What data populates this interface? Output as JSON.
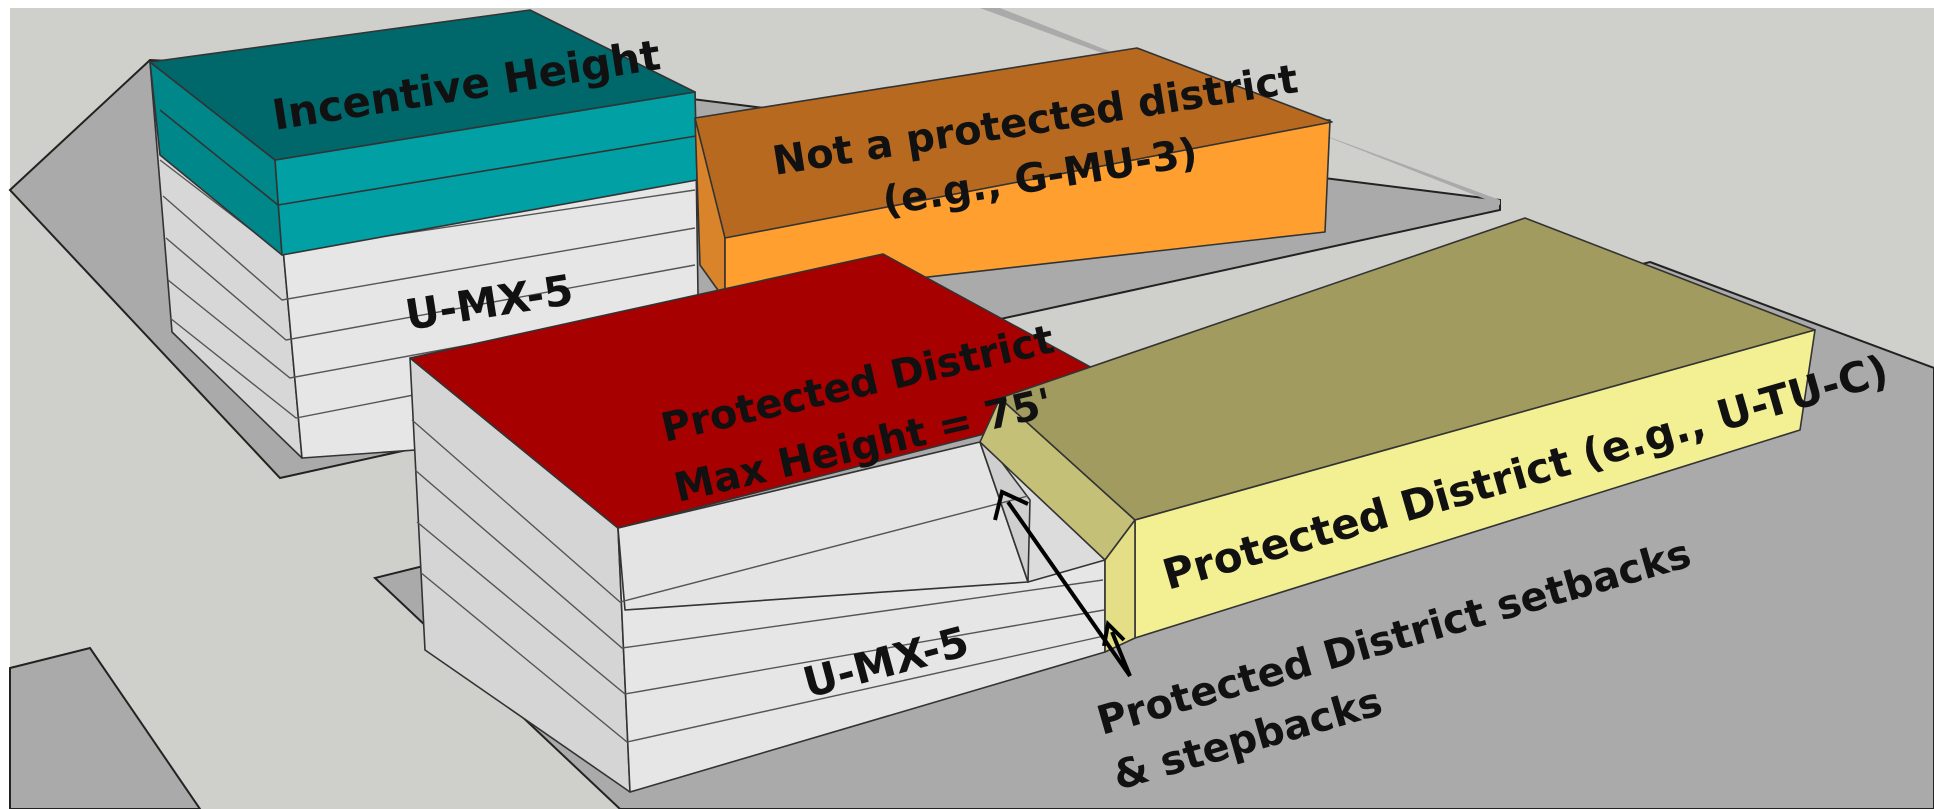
{
  "labels": {
    "incentive_height": "Incentive Height",
    "not_protected_line1": "Not a protected district",
    "not_protected_line2": "(e.g., G-MU-3)",
    "umx5_back": "U-MX-5",
    "protected_max_line1": "Protected District",
    "protected_max_line2": "Max Height = 75'",
    "protected_district": "Protected District (e.g., U-TU-C)",
    "umx5_front": "U-MX-5",
    "setbacks_line1": "Protected District setbacks",
    "setbacks_line2": "& stepbacks"
  },
  "colors": {
    "ground": "#cfcfcc",
    "lot": "#aaaaaa",
    "building_white": "#e6e6e6",
    "building_shade": "#d2d2d2",
    "incentive_teal": "#00a0a4",
    "incentive_teal_dark": "#00676a",
    "not_protected_orange": "#ff9f30",
    "not_protected_orange_dark": "#b76a1f",
    "protected_max_red": "#a60000",
    "protected_olive": "#a19b5f",
    "protected_yellow": "#f3ef93",
    "protected_yellow_dark": "#c5c077"
  }
}
